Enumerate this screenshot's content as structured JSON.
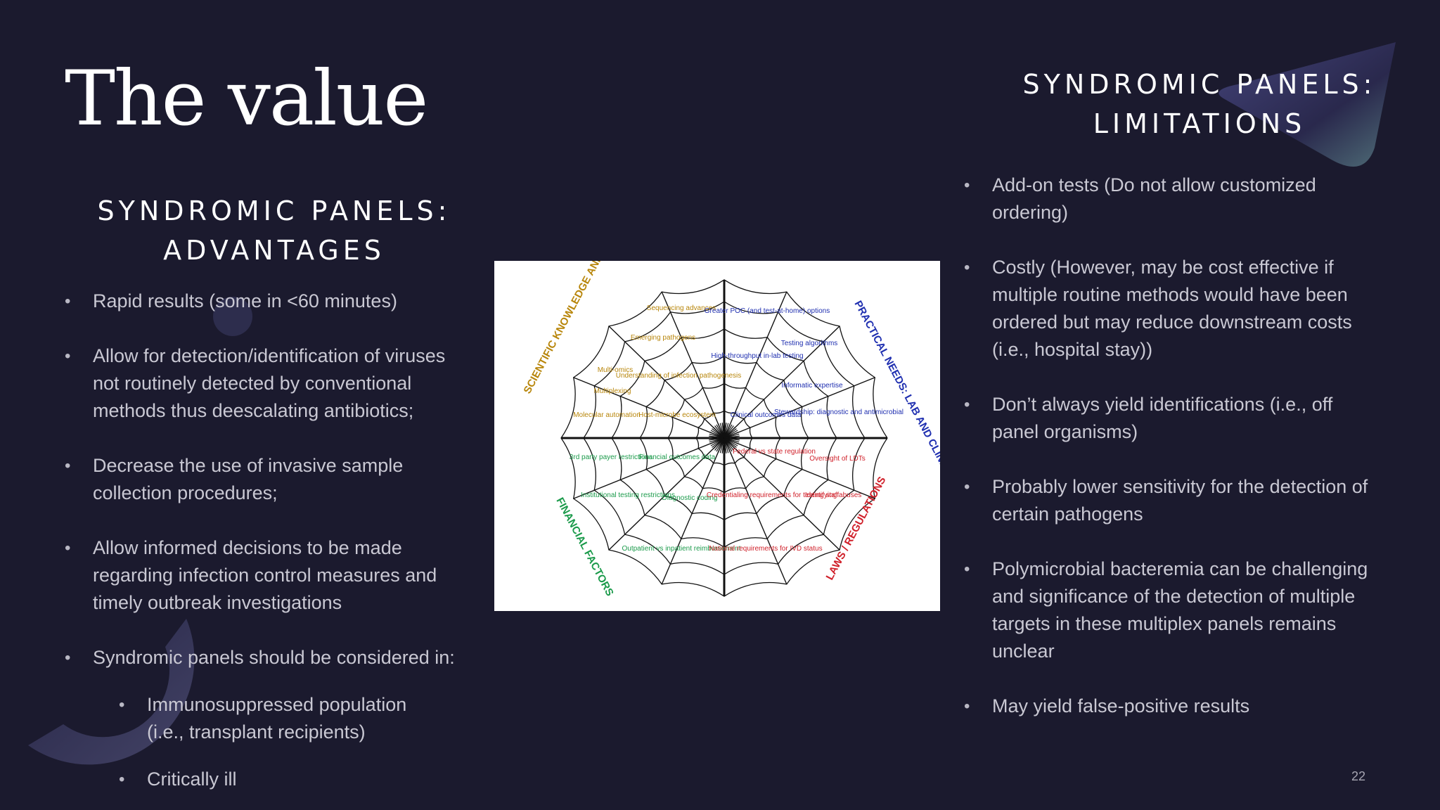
{
  "slide": {
    "title": "The value",
    "page_number": "22"
  },
  "advantages": {
    "heading_line1": "SYNDROMIC PANELS:",
    "heading_line2": "ADVANTAGES",
    "items": [
      "Rapid results (some in <60 minutes)",
      "Allow for detection/identification of viruses not routinely detected by conventional methods thus deescalating antibiotics;",
      "Decrease the use of invasive sample collection procedures;",
      "Allow informed decisions to be made regarding infection control measures and timely outbreak investigations",
      "Syndromic panels should be considered in:"
    ],
    "sub_items": [
      " Immunosuppressed population (i.e., transplant recipients)",
      "Critically ill"
    ]
  },
  "limitations": {
    "heading_line1": "SYNDROMIC PANELS:",
    "heading_line2": "LIMITATIONS",
    "items": [
      "Add-on tests (Do not allow customized ordering)",
      "Costly (However, may be cost effective if multiple routine methods would have been ordered but may reduce downstream costs (i.e., hospital stay))",
      "Don’t always yield identifications (i.e., off panel organisms)",
      "Probably lower sensitivity for the detection of certain pathogens",
      "Polymicrobial bacteremia can be challenging and significance of the detection of multiple targets in these multiplex panels remains unclear",
      "May yield false-positive results"
    ]
  },
  "figure": {
    "quadrants": {
      "top_left": "SCIENTIFIC KNOWLEDGE AND TECHNOLOGY",
      "top_right": "PRACTICAL NEEDS: LAB AND CLINICAL",
      "bottom_left": "FINANCIAL FACTORS",
      "bottom_right": "LAWS / REGULATIONS"
    },
    "labels": {
      "seq": "Sequencing advances",
      "emerg": "Emerging pathogens",
      "multiomics": "Multi-omics",
      "understanding": "Understanding of infection pathogenesis",
      "multiplexing": "Multiplexing",
      "molecular": "Molecular automation",
      "host": "Host-microbe ecosystem",
      "poc": "Greater POC (and test-at-home) options",
      "testing_alg": "Testing algorithms",
      "high_throughput": "High-throughput in-lab testing",
      "informatic": "Informatic expertise",
      "clinical_outcomes": "Clinical outcomes data",
      "stewardship": "Stewardship: diagnostic and antimicrobial",
      "third_party": "3rd party payer restrictions",
      "financial_outcomes": "Financial outcomes data",
      "institutional": "Institutional testing restrictions",
      "diagnostic_coding": "Diagnostic coding",
      "outpatient": "Outpatient vs inpatient reimbursement",
      "federal": "Federal vs state regulation",
      "oversight": "Oversight of LDTs",
      "credentialing": "Credentialing requirements for testing staff",
      "identifying": "Identifying abuses",
      "national": "National requirements for IVD status"
    },
    "colors": {
      "science": "#b8860b",
      "practical": "#1f2fb0",
      "financial": "#1a9a4a",
      "laws": "#d0202a"
    }
  }
}
